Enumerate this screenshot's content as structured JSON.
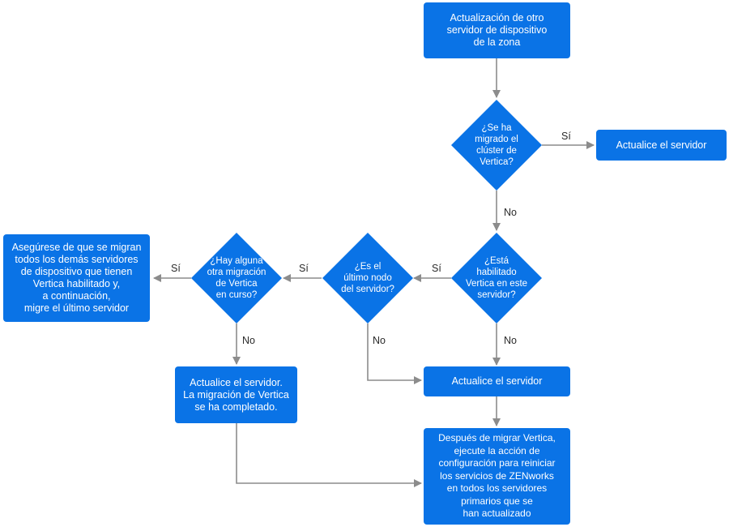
{
  "colors": {
    "node_fill": "#0a73e6",
    "node_text": "#ffffff",
    "connector": "#8c8c8c",
    "label_text": "#2a2a2a"
  },
  "nodes": {
    "start": "Actualización de otro\nservidor de dispositivo\nde la zona",
    "decision_cluster": "¿Se ha\nmigrado el\nclúster de\nVertica?",
    "update_server_1": "Actualice el servidor",
    "decision_vertica_enabled": "¿Está\nhabilitado\nVertica en este\nservidor?",
    "decision_last_node": "¿Es el\núltimo nodo\ndel servidor?",
    "decision_other_migration": "¿Hay alguna\notra migración\nde Vertica\nen curso?",
    "ensure_migrate": "Asegúrese de que se migran\ntodos los  demás servidores\nde dispositivo que tienen\nVertica habilitado y,\na continuación,\nmigre el último servidor",
    "update_server_complete": "Actualice el servidor.\nLa migración de Vertica\nse ha completado.",
    "update_server_2": "Actualice el servidor",
    "final_step": "Después de migrar Vertica,\nejecute la acción de\nconfiguración para reiniciar\nlos servicios de ZENworks\nen todos los servidores\nprimarios que se\nhan actualizado"
  },
  "edge_labels": {
    "cluster_yes": "Sí",
    "cluster_no": "No",
    "enabled_yes": "Sí",
    "enabled_no": "No",
    "last_node_yes": "Sí",
    "last_node_no": "No",
    "other_migration_yes": "Sí",
    "other_migration_no": "No"
  }
}
